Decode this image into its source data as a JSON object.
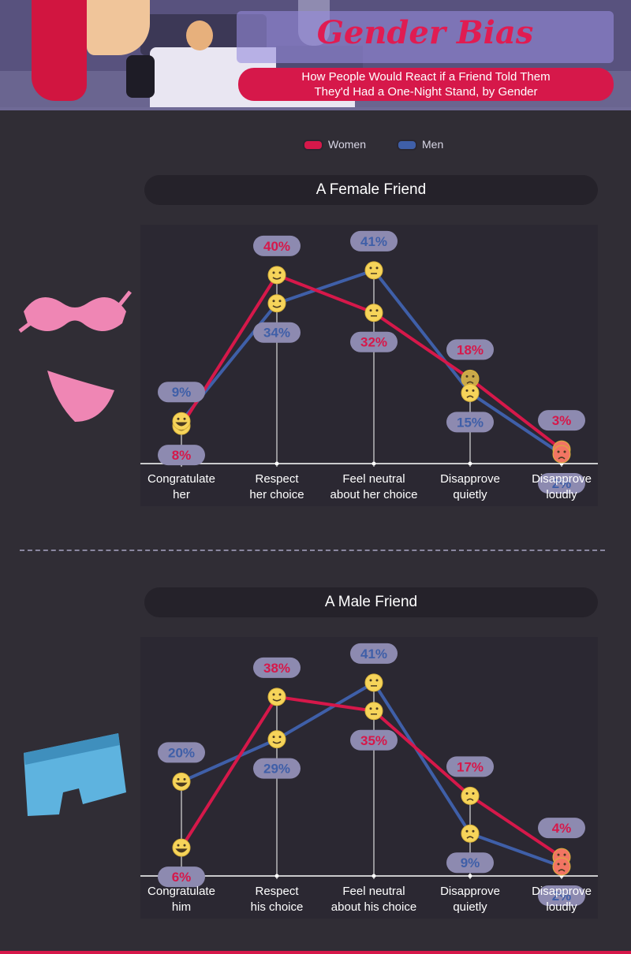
{
  "header": {
    "title": "Gender Bias",
    "subtitle_line1": "How People Would React if a Friend Told Them",
    "subtitle_line2": "They'd Had a One-Night Stand, by Gender"
  },
  "legend": [
    {
      "label": "Women",
      "color": "#d6184a"
    },
    {
      "label": "Men",
      "color": "#3f5fa8"
    }
  ],
  "colors": {
    "women": "#d6184a",
    "men": "#3f5fa8",
    "label_bg": "#8d8ab0",
    "emoji": "#f6d45a"
  },
  "chart_data": [
    {
      "type": "line",
      "title": "A Female Friend",
      "categories": [
        "Congratulate her",
        "Respect her choice",
        "Feel neutral about her choice",
        "Disapprove quietly",
        "Disapprove loudly"
      ],
      "category_lines": [
        [
          "Congratulate",
          "her"
        ],
        [
          "Respect",
          "her choice"
        ],
        [
          "Feel neutral",
          "about her choice"
        ],
        [
          "Disapprove",
          "quietly"
        ],
        [
          "Disapprove",
          "loudly"
        ]
      ],
      "series": [
        {
          "name": "Women",
          "values": [
            8,
            40,
            32,
            18,
            3
          ]
        },
        {
          "name": "Men",
          "values": [
            9,
            34,
            41,
            15,
            2
          ]
        }
      ],
      "unit": "%",
      "ylim": [
        0,
        46
      ]
    },
    {
      "type": "line",
      "title": "A Male Friend",
      "categories": [
        "Congratulate him",
        "Respect his choice",
        "Feel neutral about his choice",
        "Disapprove quietly",
        "Disapprove loudly"
      ],
      "category_lines": [
        [
          "Congratulate",
          "him"
        ],
        [
          "Respect",
          "his choice"
        ],
        [
          "Feel neutral",
          "about his choice"
        ],
        [
          "Disapprove",
          "quietly"
        ],
        [
          "Disapprove",
          "loudly"
        ]
      ],
      "series": [
        {
          "name": "Women",
          "values": [
            6,
            38,
            35,
            17,
            4
          ]
        },
        {
          "name": "Men",
          "values": [
            20,
            29,
            41,
            9,
            2
          ]
        }
      ],
      "unit": "%",
      "ylim": [
        0,
        46
      ]
    }
  ]
}
